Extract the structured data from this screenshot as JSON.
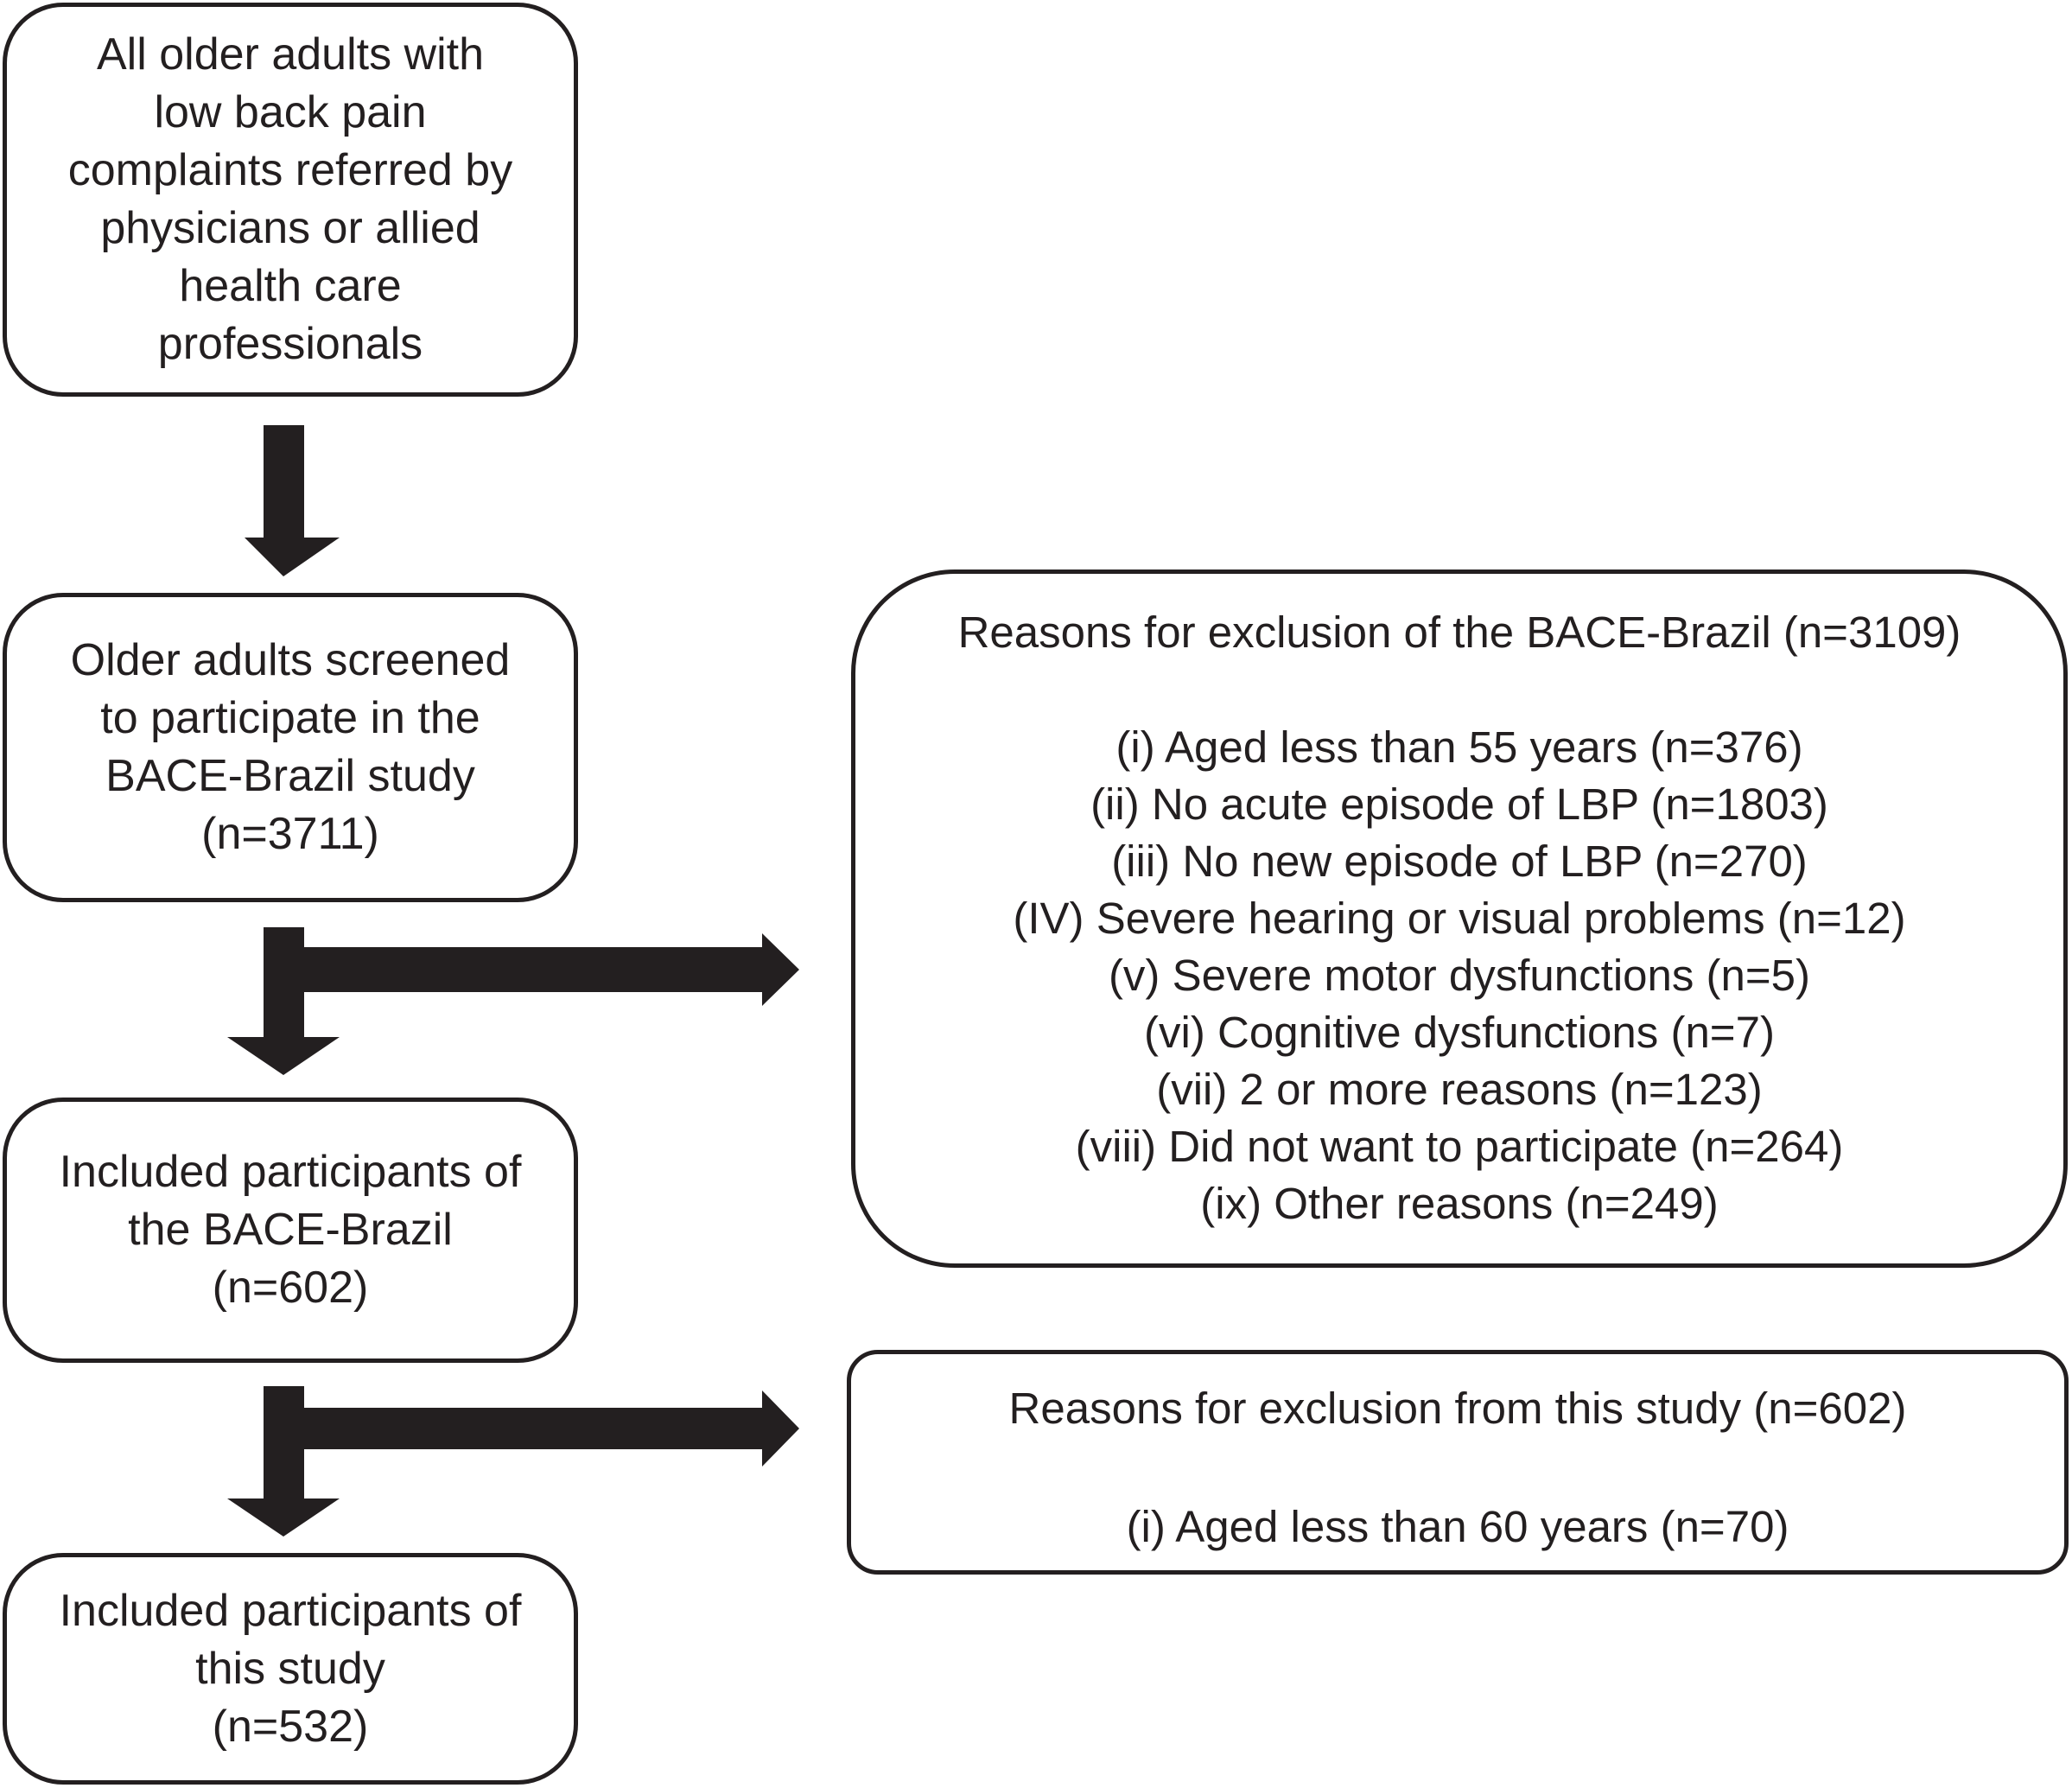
{
  "boxes": {
    "all_referred": {
      "lines": [
        "All older adults with",
        "low back pain",
        "complaints referred by",
        "physicians or allied",
        "health care",
        "professionals"
      ]
    },
    "screened": {
      "lines": [
        "Older adults screened",
        "to participate in the",
        "BACE-Brazil study",
        "(n=3711)"
      ]
    },
    "included_bace": {
      "lines": [
        "Included participants of",
        "the BACE-Brazil",
        "(n=602)"
      ]
    },
    "included_study": {
      "lines": [
        "Included participants of",
        "this study",
        "(n=532)"
      ]
    },
    "exclusion_bace": {
      "heading": "Reasons for exclusion of the BACE-Brazil (n=3109)",
      "reasons": [
        "(i) Aged less than 55 years (n=376)",
        "(ii) No acute episode of LBP (n=1803)",
        "(iii) No new episode of LBP (n=270)",
        "(IV) Severe hearing or visual problems (n=12)",
        "(v) Severe motor dysfunctions (n=5)",
        "(vi) Cognitive dysfunctions (n=7)",
        "(vii) 2 or more reasons (n=123)",
        "(viii) Did not want to participate (n=264)",
        "(ix) Other reasons (n=249)"
      ]
    },
    "exclusion_study": {
      "heading": "Reasons for exclusion from this study (n=602)",
      "reasons": [
        "(i) Aged less than 60 years (n=70)"
      ]
    }
  },
  "colors": {
    "stroke": "#231f20",
    "background": "#ffffff"
  }
}
